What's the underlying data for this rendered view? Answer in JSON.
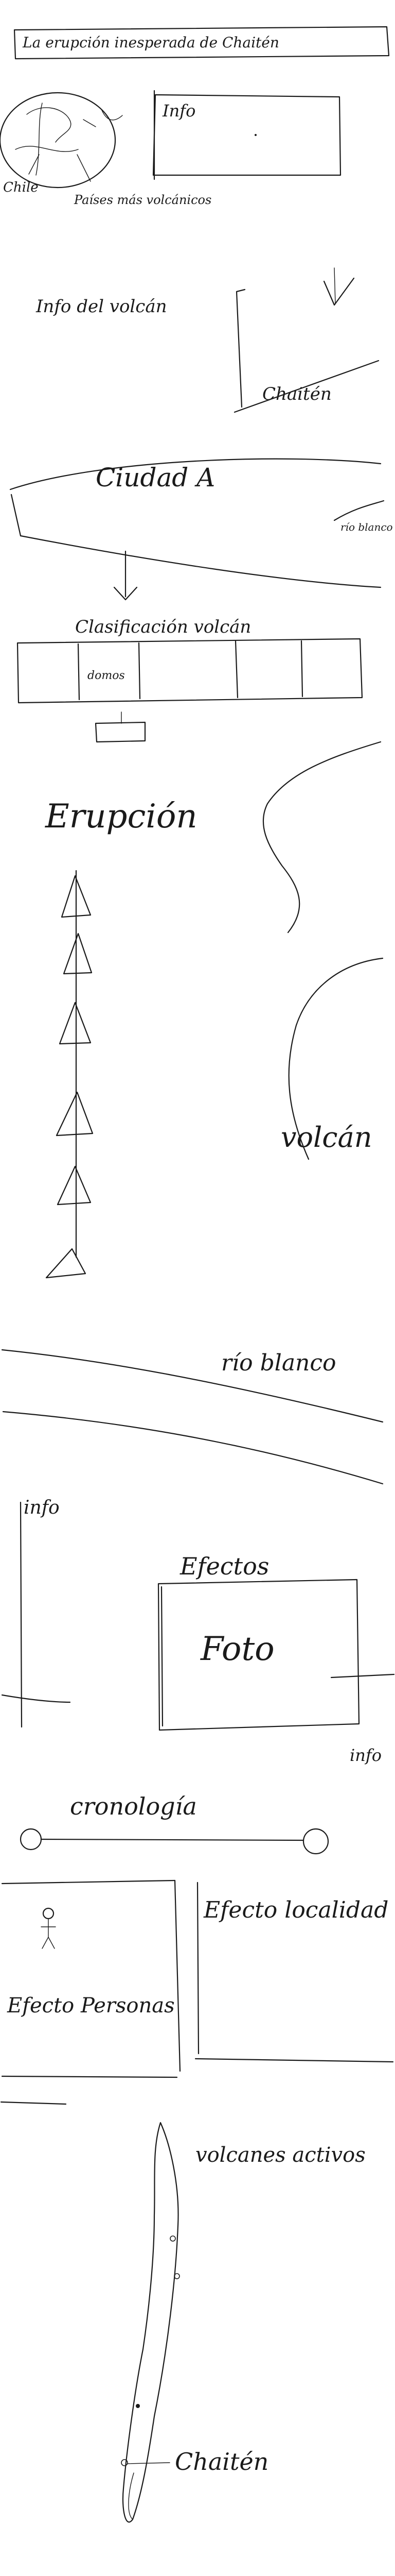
{
  "title": "La erupción inesperada de Chaitén",
  "section1": {
    "globe_labels": [
      "Chile",
      "Países más volcánicos"
    ],
    "info_label": "Info"
  },
  "section2": {
    "info_label": "Info del volcán",
    "volcano_label": "Chaitén"
  },
  "section3": {
    "city_label": "Ciudad A",
    "river_label": "río blanco"
  },
  "section4": {
    "header": "Clasificación volcán",
    "cell_label": "domos"
  },
  "section5": {
    "title": "Erupción",
    "volcano_label": "volcán"
  },
  "section6": {
    "river_label": "río blanco"
  },
  "section7": {
    "info_label_left": "info",
    "effects_label": "Efectos",
    "photo_label": "Foto",
    "info_label_right": "info"
  },
  "section8": {
    "timeline_label": "cronología"
  },
  "section9": {
    "personal_label": "Efecto Personas",
    "local_label": "Efecto localidad"
  },
  "section10": {
    "heading": "volcanes activos",
    "chaiten_label": "Chaitén"
  }
}
